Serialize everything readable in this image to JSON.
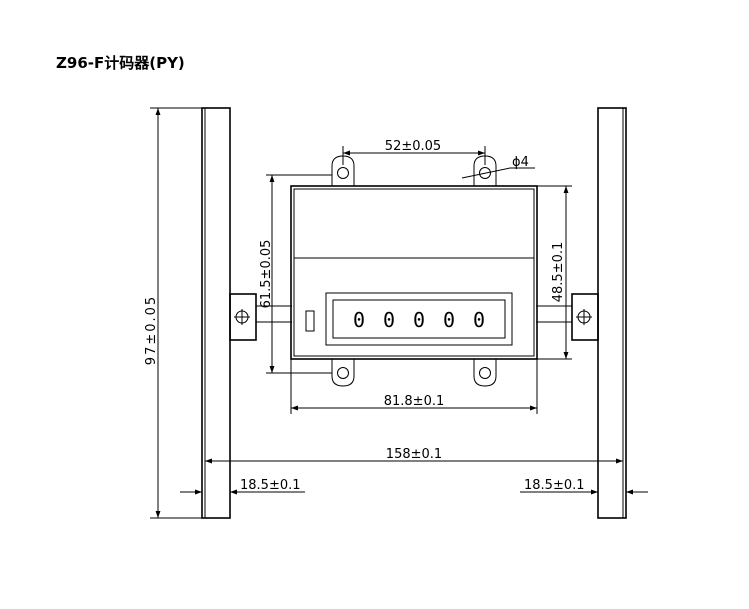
{
  "title": "Z96-F计码器(PY)",
  "display": {
    "digits": [
      "0",
      "0",
      "0",
      "0",
      "0"
    ]
  },
  "dimensions": {
    "hole_spacing": "52±0.05",
    "hole_diameter": "ϕ4",
    "body_height": "61.5±0.05",
    "body_height_right": "48.5±0.1",
    "body_width": "81.8±0.1",
    "overall_width": "158±0.1",
    "overall_height": "97±0.05",
    "left_offset": "18.5±0.1",
    "right_offset": "18.5±0.1"
  }
}
